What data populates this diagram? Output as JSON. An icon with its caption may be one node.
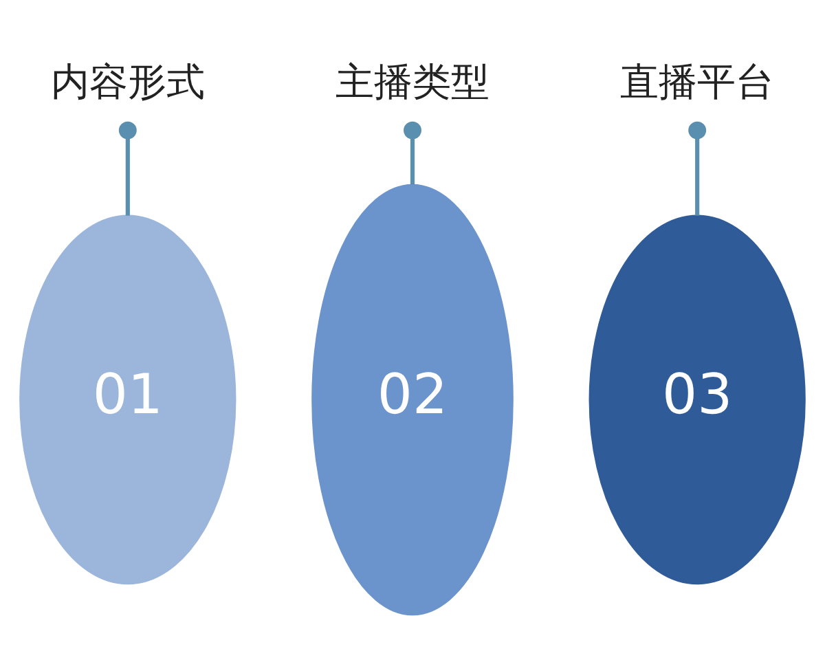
{
  "diagram": {
    "nodes": [
      {
        "text": [
          "内容形式"
        ]
      },
      {
        "text": [
          "01"
        ]
      },
      {
        "text": [
          "主播类型"
        ]
      },
      {
        "text": [
          "02"
        ]
      },
      {
        "text": [
          "直播平台"
        ]
      },
      {
        "text": [
          "03"
        ]
      }
    ],
    "edges": [
      {
        "from": 0,
        "to": 1,
        "arrow": "other"
      },
      {
        "from": 2,
        "to": 3,
        "arrow": "other"
      },
      {
        "from": 4,
        "to": 5,
        "arrow": "other"
      }
    ]
  }
}
